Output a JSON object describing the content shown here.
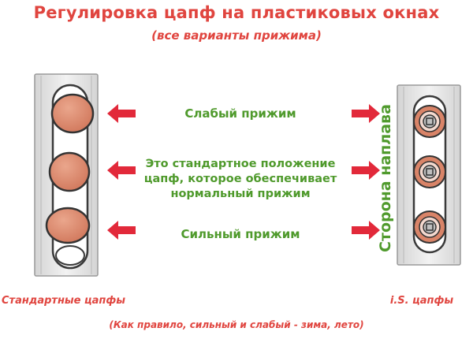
{
  "title": "Регулировка цапф на пластиковых окнах",
  "subtitle": "(все варианты прижима)",
  "labels": {
    "weak": "Слабый прижим",
    "standard_line1": "Это стандартное положение",
    "standard_line2": "цапф, которое обеспечивает",
    "standard_line3": "нормальный прижим",
    "strong": "Сильный прижим"
  },
  "side_label": "Сторона наплава",
  "captions": {
    "left": "Стандартные цапфы",
    "right": "i.S. цапфы"
  },
  "note": "(Как правило, сильный и слабый - зима, лето)",
  "colors": {
    "title_red": "#e0453f",
    "arrow_red": "#e2293a",
    "label_green": "#4f9a2c",
    "pin_fill": "#d98468",
    "pin_outline": "#333333",
    "rail_fill": "#e6e6e6",
    "rail_border": "#9a9a9a"
  },
  "icons": {
    "arrow": "red-arrow-icon",
    "standard_pin": "oval-pin-icon",
    "is_pin": "round-eccentric-pin-icon"
  }
}
